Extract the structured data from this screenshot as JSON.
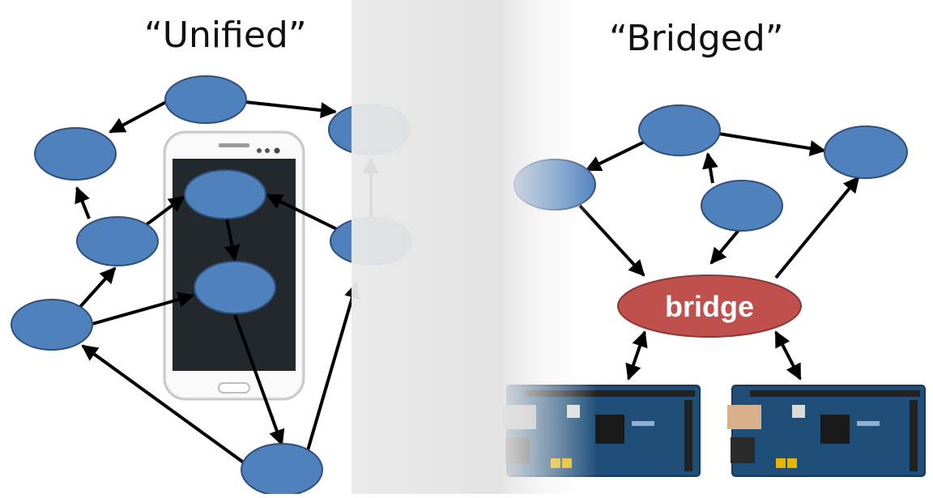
{
  "titles": {
    "unified": "“Unified”",
    "bridged": "“Bridged”"
  },
  "bridge": {
    "label": "bridge",
    "fill": "#c0504d"
  },
  "colors": {
    "node_fill": "#4f81bd",
    "node_stroke": "#2f4f7f",
    "arrow": "#000000",
    "phone_screen": "#23282d",
    "board_blue": "#1f4e79"
  },
  "icons": {
    "phone": "smartphone-icon",
    "board": "arduino-board-icon"
  }
}
